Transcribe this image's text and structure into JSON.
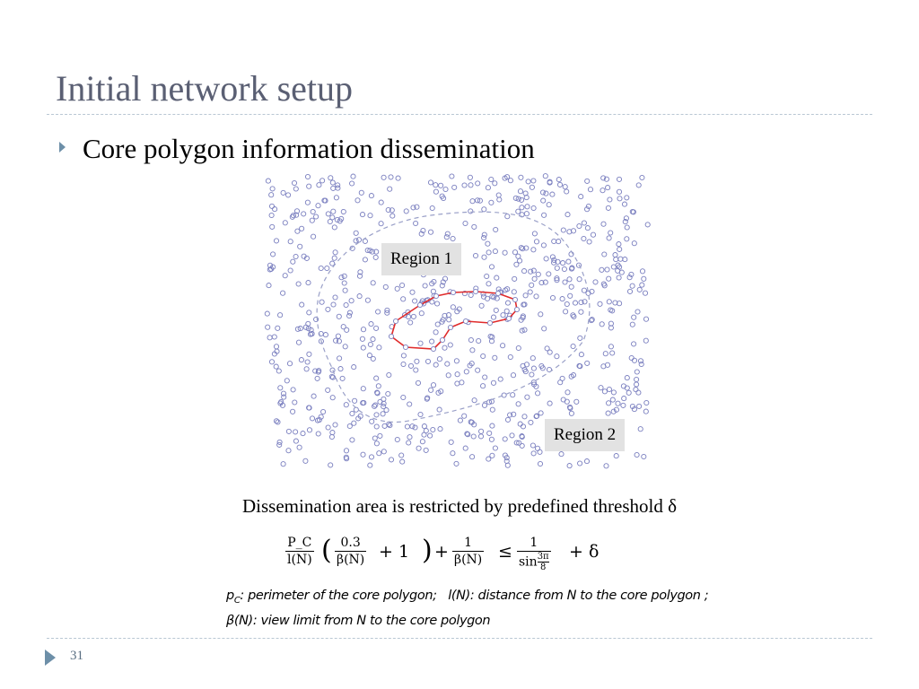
{
  "slide": {
    "title": "Initial network setup",
    "bullet": "Core polygon information dissemination",
    "caption": "Dissemination area is restricted by predefined threshold δ",
    "page_number": "31"
  },
  "diagram": {
    "regions": [
      "Region 1",
      "Region 2"
    ],
    "colors": {
      "node": "#7a7fbf",
      "core_polygon": "#e02b2b",
      "region_boundary": "#9aa0c8"
    }
  },
  "formula": {
    "term1_num": "P_C",
    "term1_den": "l(N)",
    "term2_num": "0.3",
    "term2_den": "β(N)",
    "plus_one": "+ 1",
    "term3_num": "1",
    "term3_den": "β(N)",
    "leq": "≤",
    "term4_num": "1",
    "term4_den_sin": "sin",
    "term4_angle_num": "3π",
    "term4_angle_den": "8",
    "plus_delta": "+ δ"
  },
  "note": {
    "p_symbol": "p",
    "p_sub": "C",
    "p_def": ": perimeter of the core polygon;",
    "l_def": "l(N): distance from N to the core polygon ;",
    "b_def": "β(N): view limit from N to the core polygon"
  }
}
